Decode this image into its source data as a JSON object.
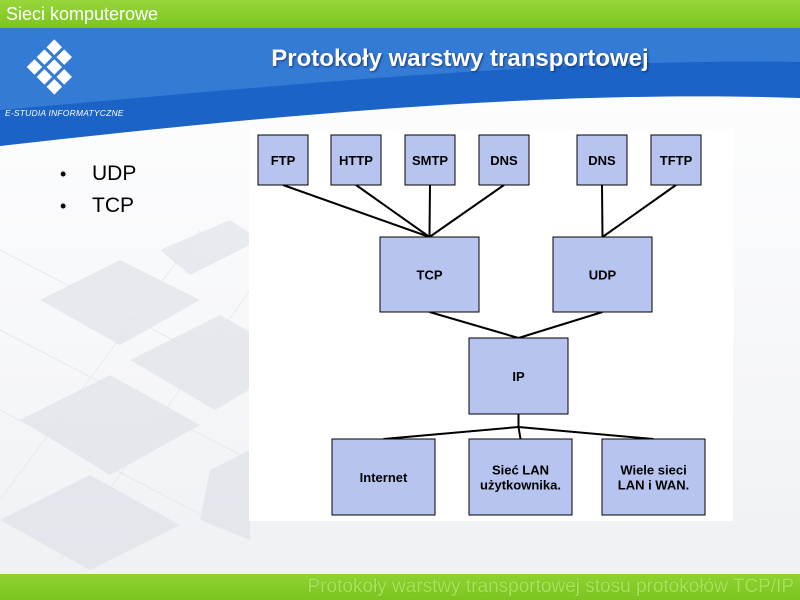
{
  "header": {
    "course_title": "Sieci komputerowe"
  },
  "logo": {
    "caption": "E-STUDIA INFORMATYCZNE"
  },
  "slide": {
    "title": "Protokoły warstwy transportowej",
    "bullets": [
      "UDP",
      "TCP"
    ]
  },
  "diagram": {
    "application_layer": [
      "FTP",
      "HTTP",
      "SMTP",
      "DNS",
      "DNS",
      "TFTP"
    ],
    "transport_layer": [
      "TCP",
      "UDP"
    ],
    "network_layer": "IP",
    "link_layer": [
      "Internet",
      "Sieć LAN\nużytkownika.",
      "Wiele sieci\nLAN i WAN."
    ]
  },
  "footer": {
    "text": "Protokoły warstwy transportowej stosu protokołów TCP/IP"
  },
  "colors": {
    "accent_green": "#7cc520",
    "title_band_blue": "#1b63c6",
    "box_fill": "#b8c4f0",
    "box_stroke": "#000000"
  }
}
